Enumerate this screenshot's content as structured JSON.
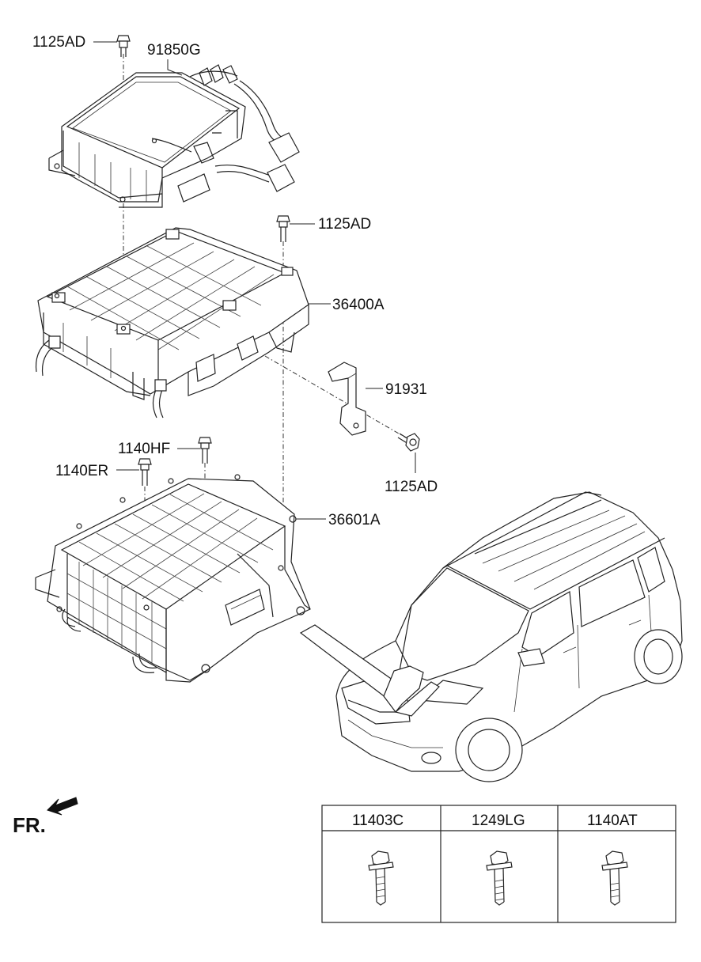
{
  "parts": {
    "bolt_top_left": "1125AD",
    "controller": "91850G",
    "bolt_right_upper": "1125AD",
    "inverter": "36400A",
    "bracket": "91931",
    "bolt_bracket": "1125AD",
    "bolt_1140hf": "1140HF",
    "bolt_1140er": "1140ER",
    "base_housing": "36601A"
  },
  "front_marker": "FR.",
  "table": {
    "columns": [
      "11403C",
      "1249LG",
      "1140AT"
    ]
  }
}
